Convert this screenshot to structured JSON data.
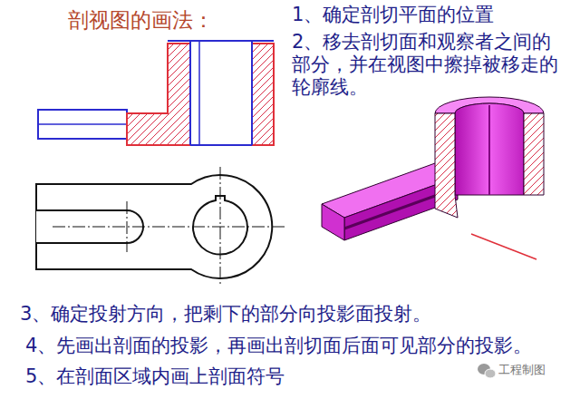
{
  "diagram": {
    "title": "剖视图的画法：",
    "labels": [
      "1、确定剖切平面的位置",
      "2、移去剖切面和观察者之间的部分，并在视图中擦掉被移走的轮廓线。",
      "3、确定投射方向，把剩下的部分向投影面投射。",
      "4、先画出剖面的投影，再画出剖切面后面可见部分的投影。",
      "5、在剖面区域内画上剖面符号",
      "工程制图"
    ]
  }
}
